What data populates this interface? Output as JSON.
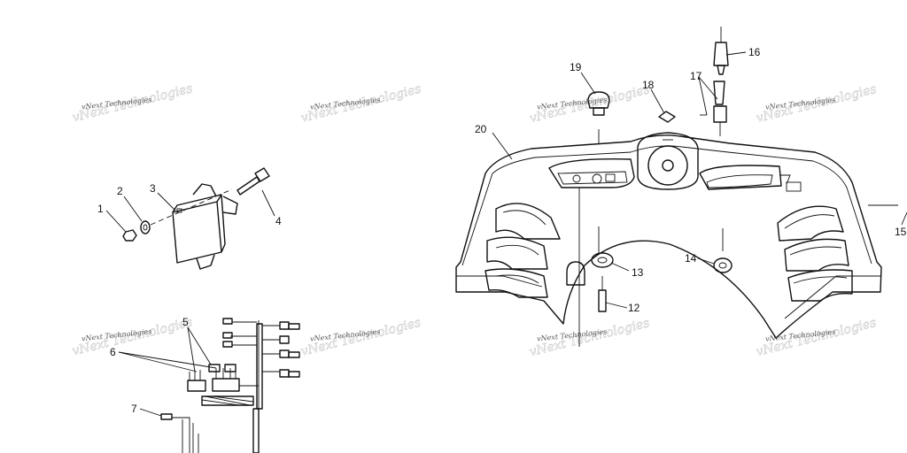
{
  "callouts": {
    "c1": "1",
    "c2": "2",
    "c3": "3",
    "c4": "4",
    "c5": "5",
    "c6": "6",
    "c7": "7",
    "c12": "12",
    "c13": "13",
    "c14": "14",
    "c15": "15",
    "c16": "16",
    "c17": "17",
    "c18": "18",
    "c19": "19",
    "c20": "20"
  },
  "watermark": "vNext Technologies",
  "colors": {
    "line": "#111111",
    "background": "#ffffff",
    "watermark": "#555555"
  }
}
